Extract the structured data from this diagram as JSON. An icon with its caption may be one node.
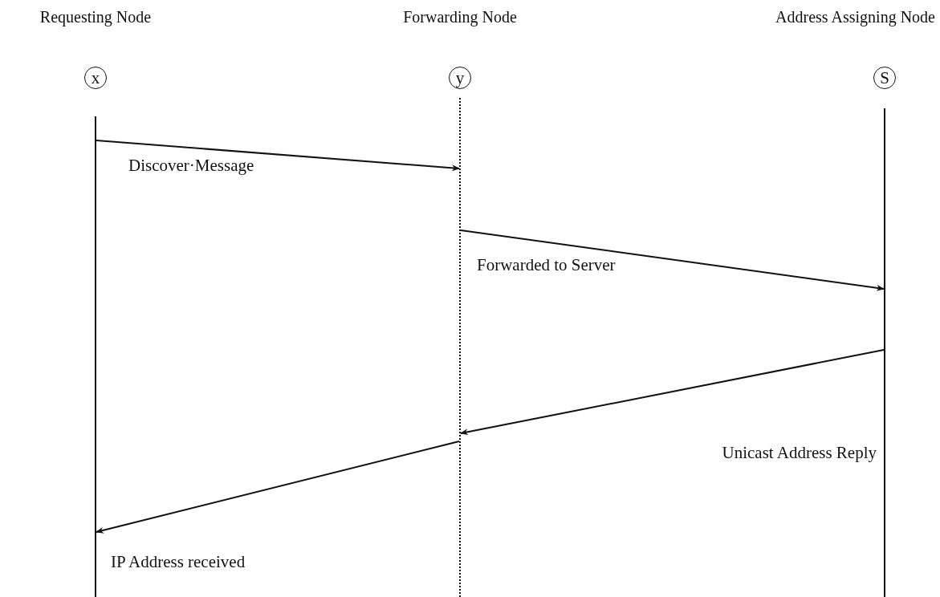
{
  "diagram": {
    "nodes": [
      {
        "text": [
          "Requesting Node",
          "x"
        ]
      },
      {
        "text": [
          "Forwarding Node",
          "y"
        ]
      },
      {
        "text": [
          "Address Assigning Node",
          "S"
        ]
      },
      {
        "text": [],
        "shape": "bar"
      },
      {
        "text": [],
        "shape": "bar"
      },
      {
        "text": [],
        "shape": "bar"
      }
    ],
    "edges": [
      {
        "from": 3,
        "to": 4,
        "arrow": "to",
        "label": "Discover·Message"
      },
      {
        "from": 4,
        "to": 5,
        "arrow": "to",
        "label": "Forwarded to Server"
      },
      {
        "from": 5,
        "to": 4,
        "arrow": "to",
        "label": "Unicast Address Reply"
      },
      {
        "from": 4,
        "to": 3,
        "arrow": "to",
        "label": "IP Address received"
      }
    ]
  }
}
